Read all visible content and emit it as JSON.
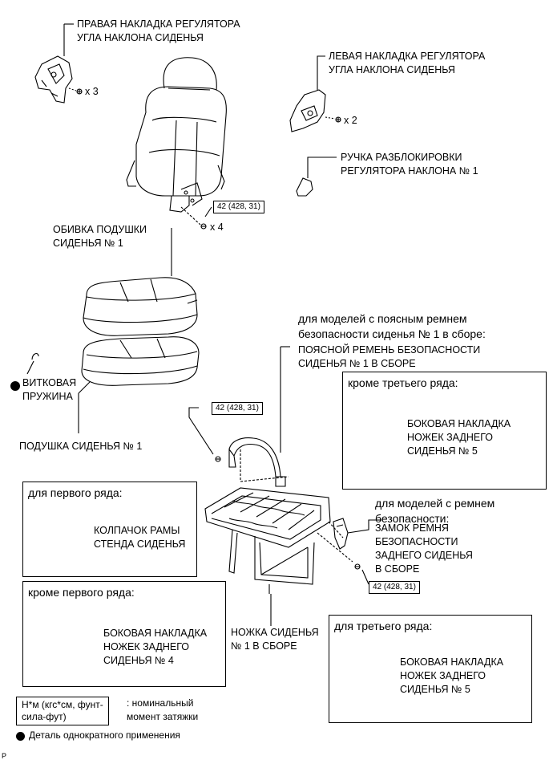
{
  "labels": {
    "right_recliner_cover": "ПРАВАЯ НАКЛАДКА РЕГУЛЯТОРА\nУГЛА НАКЛОНА СИДЕНЬЯ",
    "left_recliner_cover": "ЛЕВАЯ НАКЛАДКА РЕГУЛЯТОРА\nУГЛА НАКЛОНА СИДЕНЬЯ",
    "release_handle": "РУЧКА РАЗБЛОКИРОВКИ\nРЕГУЛЯТОРА НАКЛОНА № 1",
    "cushion_cover": "ОБИВКА ПОДУШКИ\nСИДЕНЬЯ № 1",
    "hog_ring": "ВИТКОВАЯ\nПРУЖИНА",
    "seat_cushion": "ПОДУШКА СИДЕНЬЯ № 1",
    "lap_belt_header": "для моделей с поясным ремнем\nбезопасности сиденья № 1 в сборе:",
    "lap_belt": "ПОЯСНОЙ РЕМЕНЬ БЕЗОПАСНОСТИ\nСИДЕНЬЯ № 1 В СБОРЕ",
    "buckle_header": "для моделей с ремнем\nбезопасности:",
    "buckle": "ЗАМОК РЕМНЯ\nБЕЗОПАСНОСТИ\nЗАДНЕГО СИДЕНЬЯ\nВ СБОРЕ",
    "seat_leg": "НОЖКА СИДЕНЬЯ\n№ 1 В СБОРЕ"
  },
  "qty": {
    "right_screws": "x 3",
    "left_screws": "x 2",
    "bolts": "x 4"
  },
  "torque": {
    "seatback_bolts": "42 (428, 31)",
    "belt_bolt": "42 (428, 31)",
    "buckle_bolt": "42 (428, 31)"
  },
  "boxes": {
    "except_third_row": {
      "title": "кроме третьего ряда:",
      "label": "БОКОВАЯ НАКЛАДКА\nНОЖЕК ЗАДНЕГО\nСИДЕНЬЯ № 5"
    },
    "first_row": {
      "title": "для первого ряда:",
      "label": "КОЛПАЧОК РАМЫ\nСТЕНДА СИДЕНЬЯ"
    },
    "except_first_row": {
      "title": "кроме первого ряда:",
      "label": "БОКОВАЯ НАКЛАДКА\nНОЖЕК ЗАДНЕГО\nСИДЕНЬЯ № 4"
    },
    "third_row": {
      "title": "для третьего ряда:",
      "label": "БОКОВАЯ НАКЛАДКА\nНОЖЕК ЗАДНЕГО\nСИДЕНЬЯ № 5"
    }
  },
  "legend": {
    "torque_unit": "Н*м (кгс*см, фунт-\nсила-фут)",
    "torque_desc": ": номинальный\nмомент затяжки",
    "non_reusable": "Деталь однократного применения"
  },
  "corner_mark": "P"
}
